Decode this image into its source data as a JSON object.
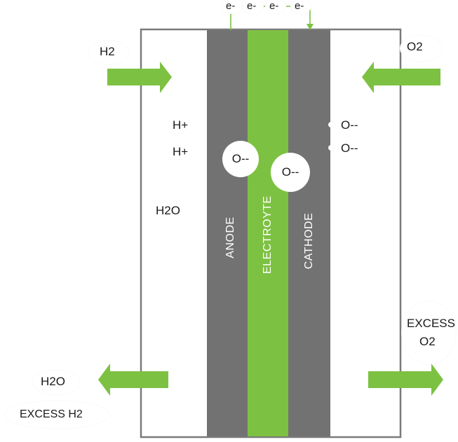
{
  "colors": {
    "frame": "#7a7a7a",
    "layer_dark": "#727272",
    "electrolyte": "#7dc142",
    "arrow": "#7dc142",
    "circuit": "#7dc142",
    "text": "#1a1a1a"
  },
  "electrons": [
    "e-",
    "e-",
    "e-",
    "e-"
  ],
  "anode_side": {
    "inlet_label": "H2",
    "ions": [
      "H+",
      "H+"
    ],
    "product_label": "H2O",
    "outlet_label": "H2O",
    "excess_label": "EXCESS H2"
  },
  "cathode_side": {
    "inlet_label": "O2",
    "ions": [
      "O--",
      "O--"
    ],
    "excess_label_line1": "EXCESS",
    "excess_label_line2": "O2"
  },
  "layers": {
    "anode": "ANODE",
    "electrolyte": "ELECTROYTE",
    "cathode": "CATHODE"
  },
  "migrating_ions": [
    "O--",
    "O--"
  ]
}
